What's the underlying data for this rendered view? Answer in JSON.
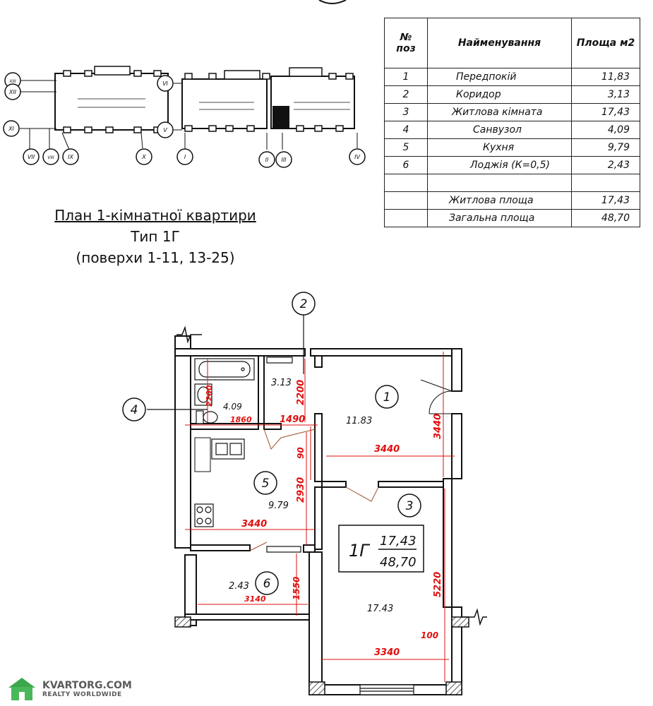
{
  "spec_table": {
    "headers": {
      "pos": "№ поз",
      "name": "Найменування",
      "area": "Площа м2"
    },
    "rows": [
      {
        "pos": "1",
        "name": "Передпокій",
        "area": "11,83"
      },
      {
        "pos": "2",
        "name": "Коридор",
        "area": "3,13"
      },
      {
        "pos": "3",
        "name": "Житлова кімната",
        "area": "17,43"
      },
      {
        "pos": "4",
        "name": "Санвузол",
        "area": "4,09"
      },
      {
        "pos": "5",
        "name": "Кухня",
        "area": "9,79"
      },
      {
        "pos": "6",
        "name": "Лоджія (К=0,5)",
        "area": "2,43"
      },
      {
        "pos": "",
        "name": "",
        "area": ""
      },
      {
        "pos": "",
        "name": "Житлова площа",
        "area": "17,43"
      },
      {
        "pos": "",
        "name": "Загальна площа",
        "area": "48,70"
      }
    ]
  },
  "title": {
    "line1": "План 1-кімнатної квартири",
    "line2": "Тип 1Г",
    "line3": "(поверхи 1-11, 13-25)"
  },
  "key_plan": {
    "axis_labels": [
      "XIII",
      "XII",
      "XI",
      "VII",
      "VIII",
      "IX",
      "X",
      "VI",
      "V",
      "I",
      "II",
      "III",
      "IV"
    ]
  },
  "plan": {
    "apartment_type": "1Г",
    "living_area": "17,43",
    "total_area": "48,70",
    "room_numbers": [
      "1",
      "2",
      "3",
      "4",
      "5",
      "6"
    ],
    "room_areas": {
      "hall": "11.83",
      "corridor": "3.13",
      "living": "17.43",
      "bathroom": "4.09",
      "kitchen": "9.79",
      "loggia": "2.43"
    },
    "dimensions": {
      "corridor_h": "2200",
      "bath_h": "2200",
      "bath_w": "1860",
      "corridor_w": "1490",
      "hall_w": "3440",
      "hall_h": "3440",
      "gap": "90",
      "kitchen_h": "2930",
      "kitchen_w": "3440",
      "loggia_h": "1550",
      "loggia_w": "3140",
      "living_h": "5220",
      "living_w": "3340",
      "wall": "100"
    }
  },
  "watermark": {
    "main": "KVARTORG.COM",
    "sub": "REALTY WORLDWIDE"
  },
  "colors": {
    "dimension": "#e01010",
    "lines": "#111111",
    "hatch": "#333333",
    "wall_fill": "#ffffff",
    "watermark_green": "#3aa84a"
  }
}
